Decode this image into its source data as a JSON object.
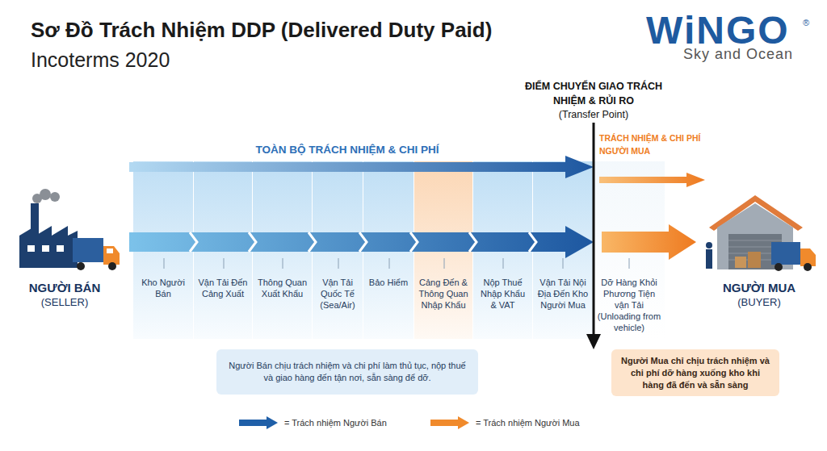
{
  "diagram": {
    "title": "Sơ Đồ Trách Nhiệm DDP (Delivered Duty Paid)",
    "nodes": [
      {
        "text": [
          "NGƯỜI BÁN",
          "(SELLER)"
        ]
      },
      {
        "text": [
          "Kho Người Bán"
        ]
      },
      {
        "text": [
          "Vận Tải Đến Cảng Xuất"
        ]
      },
      {
        "text": [
          "Thông Quan Xuất Khẩu"
        ]
      },
      {
        "text": [
          "Vận Tải Quốc Tế (Sea/Air)"
        ]
      },
      {
        "text": [
          "Bảo Hiểm"
        ]
      },
      {
        "text": [
          "Cảng Đến & Thông Quan Nhập Khẩu"
        ]
      },
      {
        "text": [
          "Nộp Thuế Nhập Khẩu & VAT"
        ]
      },
      {
        "text": [
          "Vận Tải Nội Địa Đến Kho Người Mua"
        ]
      },
      {
        "text": [
          "Dỡ Hàng Khỏi Phương Tiện vận Tải",
          "(Unloading from vehicle)"
        ]
      },
      {
        "text": [
          "NGƯỜI MUA",
          "(BUYER)"
        ]
      },
      {
        "text": [
          "Người Bán chịu trách nhiệm và chi phí làm thủ tục, nộp thuế và giao hàng đến tận nơi, sẵn sàng để dỡ."
        ]
      },
      {
        "text": [
          "Người Mua chỉ chịu trách nhiệm và chi phí dỡ hàng xuống kho khi hàng đã đến và sẵn sàng"
        ]
      }
    ],
    "edges": [
      {
        "from": 0,
        "to": 9,
        "arrow": "to"
      },
      {
        "from": 9,
        "to": 10,
        "arrow": "to"
      }
    ],
    "labels": [
      "Incoterms 2020",
      "WiNGO",
      "®",
      "Sky and Ocean",
      "ĐIỂM CHUYỂN GIAO TRÁCH NHIỆM & RỦI RO",
      "(Transfer Point)",
      "TOÀN BỘ TRÁCH NHIỆM & CHI PHÍ",
      "TRÁCH NHIỆM & CHI PHÍ NGƯỜI MUA"
    ],
    "legend": [
      {
        "text": "= Trách nhiệm Người Bán",
        "color": "#1f5fa8"
      },
      {
        "text": "= Trách nhiệm Người Mua",
        "color": "#f08a2c"
      }
    ]
  }
}
